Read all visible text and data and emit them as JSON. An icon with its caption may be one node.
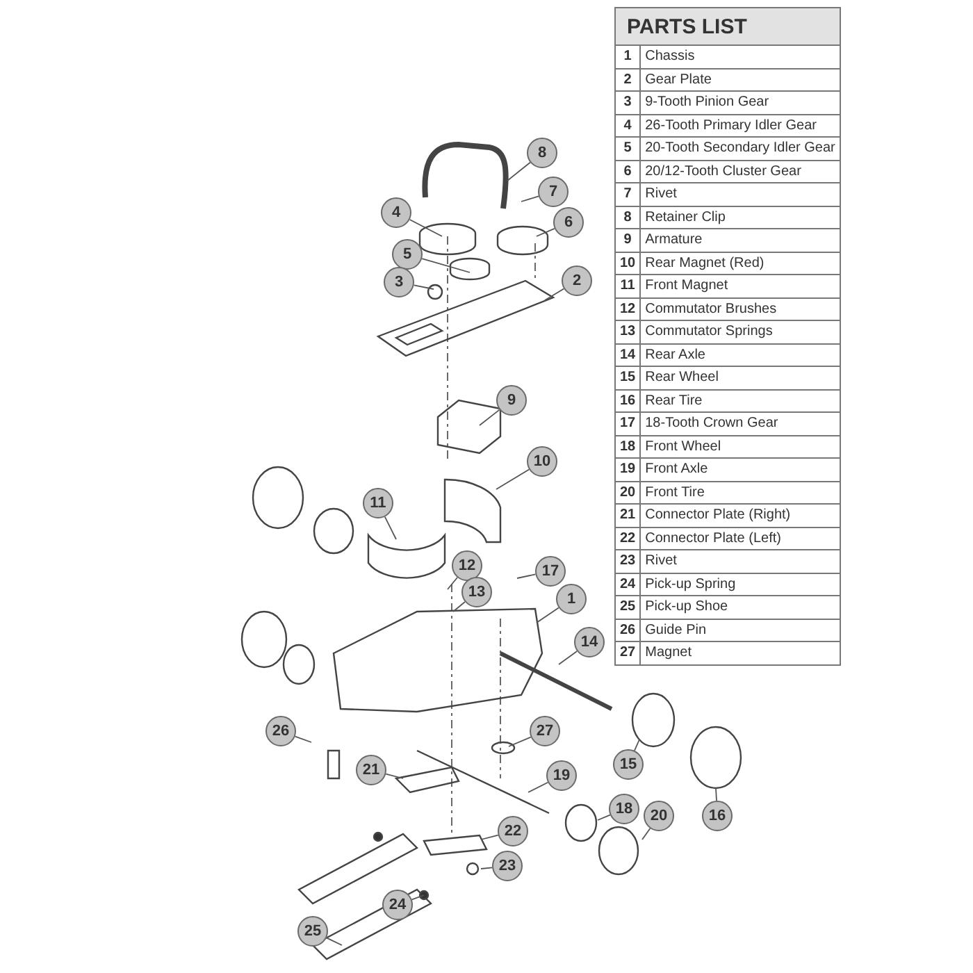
{
  "diagram": {
    "nodes": [
      {
        "text": [
          "8"
        ]
      },
      {
        "text": [
          "7"
        ]
      },
      {
        "text": [
          "4"
        ]
      },
      {
        "text": [
          "6"
        ]
      },
      {
        "text": [
          "5"
        ]
      },
      {
        "text": [
          "3"
        ]
      },
      {
        "text": [
          "2"
        ]
      },
      {
        "text": [
          "9"
        ]
      },
      {
        "text": [
          "10"
        ]
      },
      {
        "text": [
          "11"
        ]
      },
      {
        "text": [
          "12"
        ]
      },
      {
        "text": [
          "17"
        ]
      },
      {
        "text": [
          "13"
        ]
      },
      {
        "text": [
          "1"
        ]
      },
      {
        "text": [
          "14"
        ]
      },
      {
        "text": [
          "26"
        ]
      },
      {
        "text": [
          "27"
        ]
      },
      {
        "text": [
          "15"
        ]
      },
      {
        "text": [
          "21"
        ]
      },
      {
        "text": [
          "19"
        ]
      },
      {
        "text": [
          "18"
        ]
      },
      {
        "text": [
          "20"
        ]
      },
      {
        "text": [
          "16"
        ]
      },
      {
        "text": [
          "22"
        ]
      },
      {
        "text": [
          "23"
        ]
      },
      {
        "text": [
          "24"
        ]
      },
      {
        "text": [
          "25"
        ]
      }
    ],
    "edges": [
      {
        "from": 0,
        "to": null,
        "arrow": "none"
      },
      {
        "from": 1,
        "to": null,
        "arrow": "none"
      },
      {
        "from": 2,
        "to": null,
        "arrow": "none"
      },
      {
        "from": 3,
        "to": null,
        "arrow": "none"
      },
      {
        "from": 4,
        "to": null,
        "arrow": "none"
      },
      {
        "from": 5,
        "to": null,
        "arrow": "none"
      },
      {
        "from": 6,
        "to": null,
        "arrow": "none"
      },
      {
        "from": 7,
        "to": null,
        "arrow": "none"
      },
      {
        "from": 8,
        "to": null,
        "arrow": "none"
      },
      {
        "from": 9,
        "to": null,
        "arrow": "none"
      },
      {
        "from": 10,
        "to": null,
        "arrow": "none"
      },
      {
        "from": 11,
        "to": null,
        "arrow": "none"
      },
      {
        "from": 12,
        "to": null,
        "arrow": "none"
      },
      {
        "from": 13,
        "to": null,
        "arrow": "none"
      },
      {
        "from": 14,
        "to": null,
        "arrow": "none"
      },
      {
        "from": 15,
        "to": null,
        "arrow": "none"
      },
      {
        "from": 16,
        "to": null,
        "arrow": "none"
      },
      {
        "from": 17,
        "to": null,
        "arrow": "none"
      },
      {
        "from": 18,
        "to": null,
        "arrow": "none"
      },
      {
        "from": 19,
        "to": null,
        "arrow": "none"
      },
      {
        "from": 20,
        "to": null,
        "arrow": "none"
      },
      {
        "from": 21,
        "to": null,
        "arrow": "none"
      },
      {
        "from": 22,
        "to": null,
        "arrow": "none"
      },
      {
        "from": 23,
        "to": null,
        "arrow": "none"
      },
      {
        "from": 24,
        "to": null,
        "arrow": "none"
      },
      {
        "from": 25,
        "to": null,
        "arrow": "none"
      },
      {
        "from": 26,
        "to": null,
        "arrow": "none"
      }
    ],
    "labels": [
      "PARTS LIST",
      "1",
      "Chassis",
      "2",
      "Gear Plate",
      "3",
      "9-Tooth Pinion Gear",
      "4",
      "26-Tooth Primary Idler Gear",
      "5",
      "20-Tooth Secondary Idler Gear",
      "6",
      "20/12-Tooth Cluster Gear",
      "7",
      "Rivet",
      "8",
      "Retainer Clip",
      "9",
      "Armature",
      "10",
      "Rear Magnet (Red)",
      "11",
      "Front Magnet",
      "12",
      "Commutator Brushes",
      "13",
      "Commutator Springs",
      "14",
      "Rear Axle",
      "15",
      "Rear Wheel",
      "16",
      "Rear Tire",
      "17",
      "18-Tooth Crown Gear",
      "18",
      "Front Wheel",
      "19",
      "Front Axle",
      "20",
      "Front Tire",
      "21",
      "Connector Plate (Right)",
      "22",
      "Connector Plate (Left)",
      "23",
      "Rivet",
      "24",
      "Pick-up Spring",
      "25",
      "Pick-up Shoe",
      "26",
      "Guide Pin",
      "27",
      "Magnet"
    ]
  }
}
